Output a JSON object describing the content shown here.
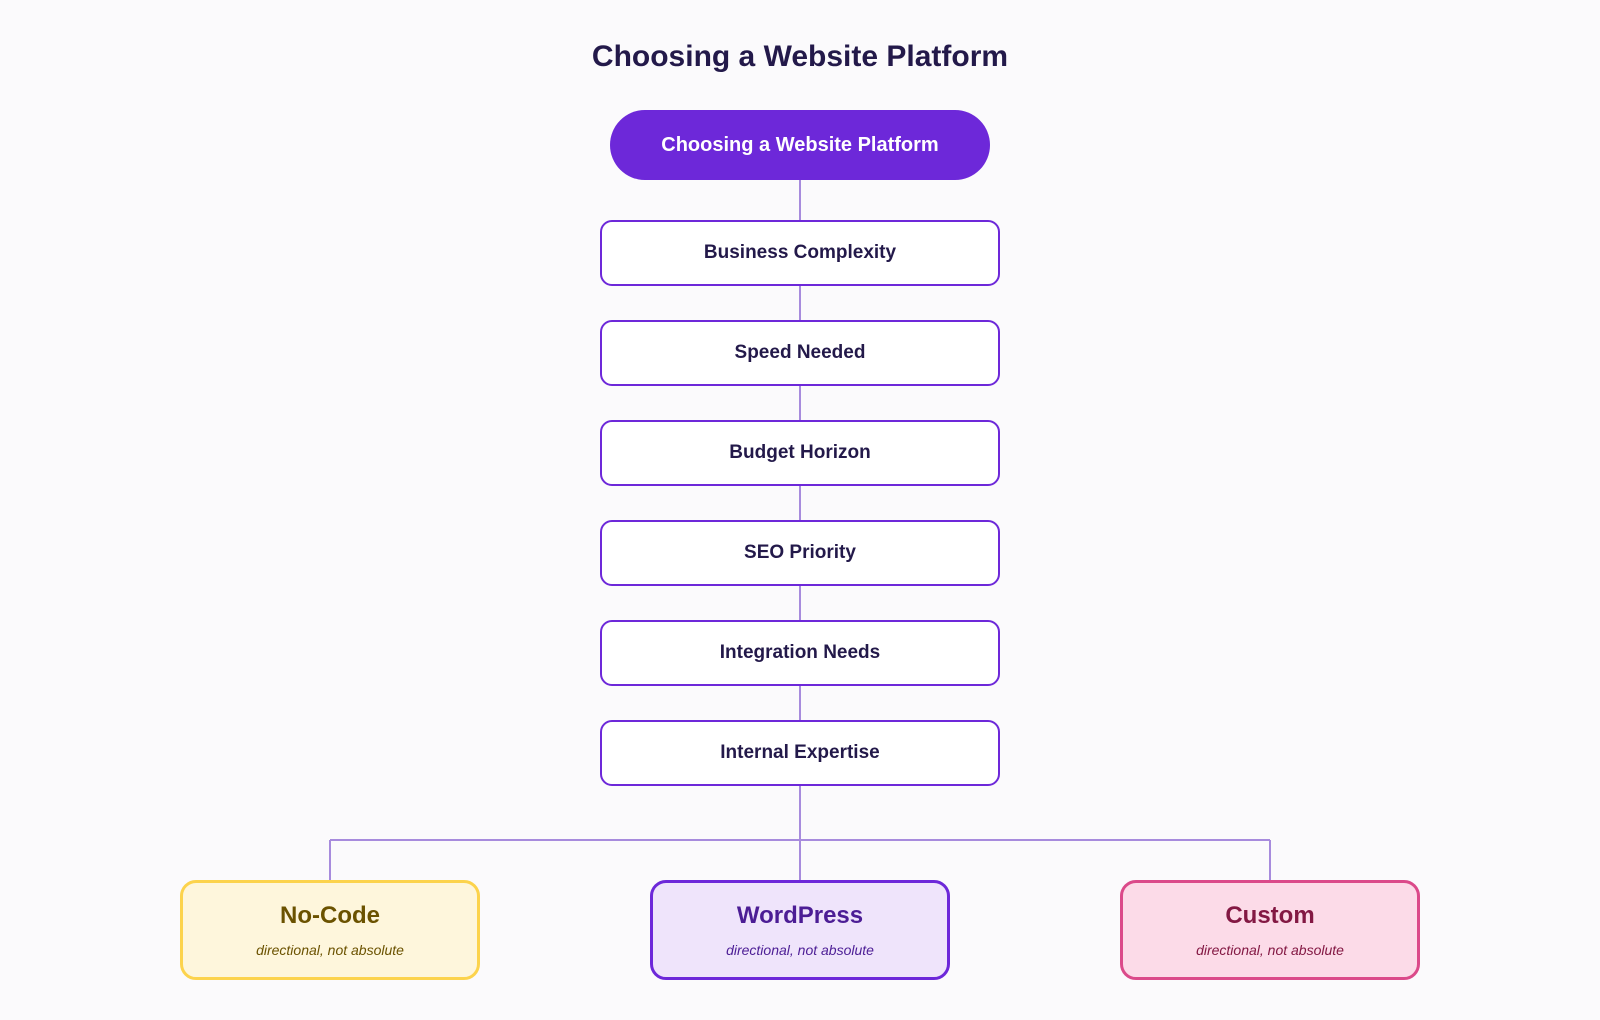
{
  "title": "Choosing a Website Platform",
  "colors": {
    "root_fill": "#6d28d9",
    "factor_border": "#6d28d9",
    "connector": "#a78bdd",
    "text_dark": "#23194a"
  },
  "root": {
    "label": "Choosing a Website Platform"
  },
  "factors": [
    {
      "label": "Business Complexity"
    },
    {
      "label": "Speed Needed"
    },
    {
      "label": "Budget Horizon"
    },
    {
      "label": "SEO Priority"
    },
    {
      "label": "Integration Needs"
    },
    {
      "label": "Internal Expertise"
    }
  ],
  "outcomes": [
    {
      "label": "No-Code",
      "note": "directional, not absolute",
      "fill": "#fef6dc",
      "border": "#fcd34d",
      "text": "#6b5200"
    },
    {
      "label": "WordPress",
      "note": "directional, not absolute",
      "fill": "#efe4fb",
      "border": "#6d28d9",
      "text": "#4c1d95"
    },
    {
      "label": "Custom",
      "note": "directional, not absolute",
      "fill": "#fcdbe8",
      "border": "#db4a8a",
      "text": "#831843"
    }
  ]
}
